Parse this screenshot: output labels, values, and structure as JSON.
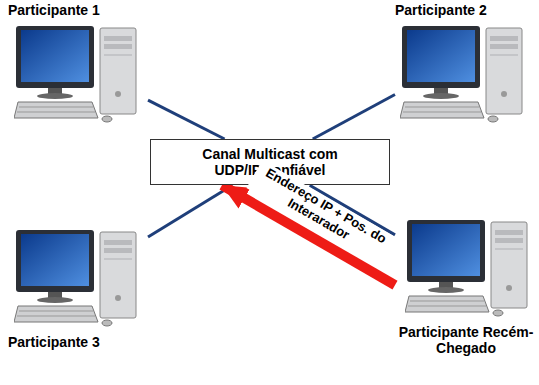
{
  "diagram": {
    "nodes": [
      {
        "text": [
          "Participante 1"
        ]
      },
      {
        "text": [
          "Participante 2"
        ]
      },
      {
        "text": [
          "Canal Multicast com UDP/IP confiável"
        ]
      },
      {
        "text": [
          "Participante 3"
        ]
      },
      {
        "text": [
          "Participante Recém-Chegado"
        ]
      }
    ],
    "edges": [
      {
        "from": 0,
        "to": 2,
        "arrow": "none"
      },
      {
        "from": 1,
        "to": 2,
        "arrow": "none"
      },
      {
        "from": 3,
        "to": 2,
        "arrow": "none"
      },
      {
        "from": 4,
        "to": 2,
        "arrow": "none"
      },
      {
        "from": 4,
        "to": 2,
        "label": "Endereço IP + Pos. do Interarador",
        "arrow": "to"
      }
    ]
  }
}
